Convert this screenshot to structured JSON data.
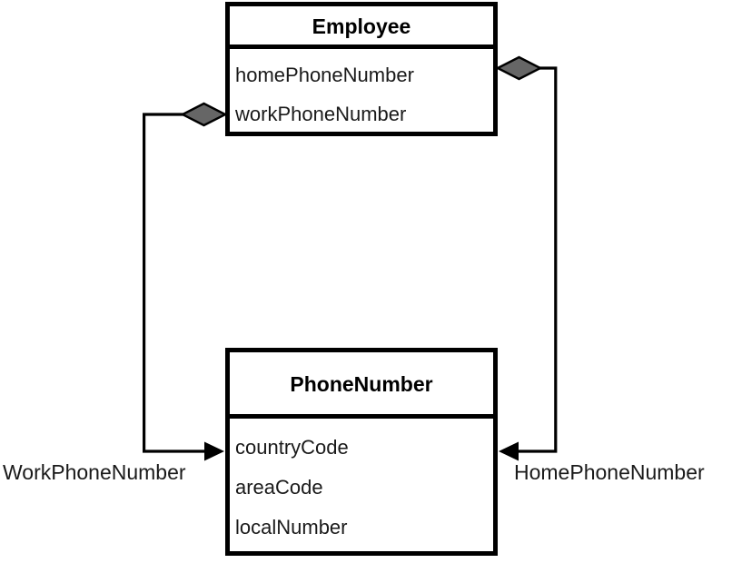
{
  "diagram": {
    "type": "uml-class-diagram",
    "background_color": "#ffffff",
    "line_color": "#000000",
    "diamond_fill_color": "#666666",
    "classes": [
      {
        "id": "employee",
        "name": "Employee",
        "attributes": [
          "homePhoneNumber",
          "workPhoneNumber"
        ]
      },
      {
        "id": "phonenumber",
        "name": "PhoneNumber",
        "attributes": [
          "countryCode",
          "areaCode",
          "localNumber"
        ]
      }
    ],
    "associations": [
      {
        "id": "work-phone",
        "label": "WorkPhoneNumber",
        "from": "Employee",
        "to": "PhoneNumber",
        "source_marker": "filled-diamond",
        "target_marker": "arrow"
      },
      {
        "id": "home-phone",
        "label": "HomePhoneNumber",
        "from": "Employee",
        "to": "PhoneNumber",
        "source_marker": "filled-diamond",
        "target_marker": "arrow"
      }
    ]
  }
}
